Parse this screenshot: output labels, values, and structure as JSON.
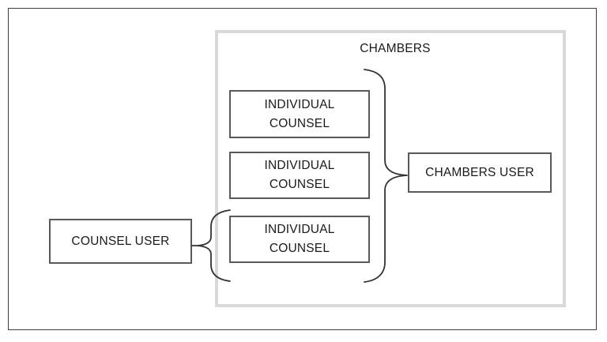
{
  "diagram": {
    "title": "",
    "group": {
      "label": "CHAMBERS",
      "border_color": "#d9d9d9"
    },
    "nodes": {
      "counsel_user": {
        "label": "COUNSEL USER"
      },
      "chambers_user": {
        "label": "CHAMBERS USER"
      },
      "individual_counsel": [
        {
          "line1": "INDIVIDUAL",
          "line2": "COUNSEL"
        },
        {
          "line1": "INDIVIDUAL",
          "line2": "COUNSEL"
        },
        {
          "line1": "INDIVIDUAL",
          "line2": "COUNSEL"
        }
      ]
    },
    "connectors": [
      {
        "name": "left-brace",
        "from": "individual-counsel-group",
        "to": "counsel-user",
        "shape": "curly-brace-left"
      },
      {
        "name": "right-brace",
        "from": "individual-counsel-group",
        "to": "chambers-user",
        "shape": "curly-brace-right"
      }
    ],
    "colors": {
      "box_border": "#595959",
      "frame_border": "#3f3f3f",
      "group_border": "#d9d9d9",
      "text": "#1a1a1a",
      "background": "#ffffff"
    }
  }
}
